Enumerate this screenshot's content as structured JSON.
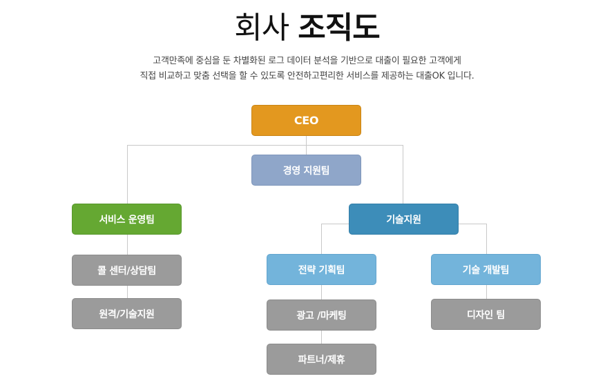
{
  "header": {
    "title_light": "회사",
    "title_bold": "조직도",
    "description": [
      "고객만족에 중심을 둔 차별화된 로그 데이터 분석을 기반으로 대출이 필요한 고객에게",
      "직접 비교하고 맞춤 선택을 할 수 있도록  안전하고편리한 서비스를 제공하는 대출OK 입니다."
    ]
  },
  "org": {
    "ceo": "CEO",
    "management_support": "경영 지원팀",
    "service_operations": "서비스 운영팀",
    "call_center": "콜 센터/상담팀",
    "remote_support": "원격/기술지원",
    "tech_support": "기술지원",
    "strategy_planning": "전략 기획팀",
    "ad_marketing": "광고 /마케팅",
    "partnership": "파트너/제휴",
    "tech_development": "기술 개발팀",
    "design_team": "디자인 팀"
  },
  "colors": {
    "ceo": "#e3981f",
    "management": "#8fa6c9",
    "service": "#65a832",
    "tech": "#3d8db9",
    "sub_tech": "#73b4db",
    "team": "#9b9b9b",
    "line": "#c8c8c8"
  }
}
